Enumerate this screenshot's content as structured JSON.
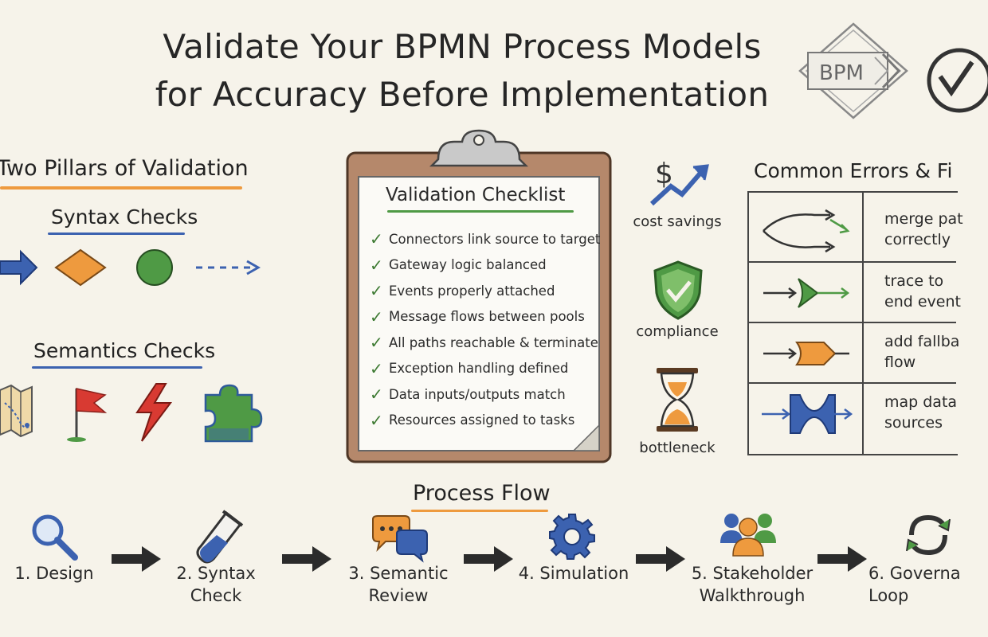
{
  "title": {
    "line1": "Validate Your BPMN Process Models",
    "line2": "for Accuracy Before Implementation"
  },
  "logo": {
    "text": "BPM"
  },
  "pillars": {
    "heading": "Two Pillars of Validation",
    "syntax": {
      "heading": "Syntax Checks",
      "icons": [
        "sequence-arrow-icon",
        "gateway-diamond-icon",
        "event-circle-icon",
        "message-flow-dashed-arrow-icon"
      ]
    },
    "semantics": {
      "heading": "Semantics Checks",
      "icons": [
        "map-icon",
        "flag-icon",
        "lightning-bolt-icon",
        "puzzle-piece-icon"
      ]
    }
  },
  "checklist": {
    "heading": "Validation Checklist",
    "items": [
      "Connectors link source to target",
      "Gateway logic balanced",
      "Events properly attached",
      "Message flows between pools",
      "All paths reachable & terminate",
      "Exception handling defined",
      "Data inputs/outputs match",
      "Resources assigned to tasks"
    ]
  },
  "benefits": [
    {
      "label": "cost savings",
      "icon": "dollar-growth-arrow-icon"
    },
    {
      "label": "compliance",
      "icon": "shield-check-icon"
    },
    {
      "label": "bottleneck",
      "icon": "hourglass-icon"
    }
  ],
  "errors": {
    "heading": "Common Errors & Fi",
    "rows": [
      {
        "fix": "merge pat\ncorrectly",
        "icon": "split-merge-arrows-icon"
      },
      {
        "fix": "trace to\nend event",
        "icon": "green-gateway-arrow-icon"
      },
      {
        "fix": "add fallba\nflow",
        "icon": "orange-gateway-arrow-icon"
      },
      {
        "fix": "map data\nsources",
        "icon": "blue-data-junction-icon"
      }
    ]
  },
  "process_flow": {
    "heading": "Process Flow",
    "steps": [
      {
        "label": "1. Design",
        "icon": "magnifier-icon"
      },
      {
        "label": "2. Syntax\nCheck",
        "icon": "test-tube-icon"
      },
      {
        "label": "3. Semantic\nReview",
        "icon": "speech-bubbles-icon"
      },
      {
        "label": "4. Simulation",
        "icon": "gear-icon"
      },
      {
        "label": "5. Stakeholder\nWalkthrough",
        "icon": "people-group-icon"
      },
      {
        "label": "6. Governa\nLoop",
        "icon": "refresh-cycle-icon"
      }
    ]
  },
  "colors": {
    "blue": "#3c62b0",
    "orange": "#ee9a3e",
    "green": "#4f9a45",
    "red": "#d83a32",
    "paper": "#f6f3ea"
  }
}
